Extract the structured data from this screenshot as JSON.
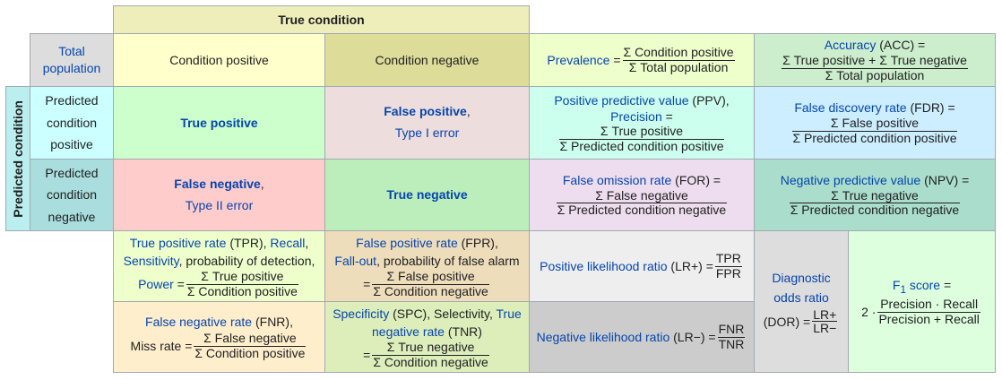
{
  "headers": {
    "true_condition": "True condition",
    "predicted_condition": "Predicted condition",
    "total_population": "Total population",
    "condition_positive": "Condition positive",
    "condition_negative": "Condition negative",
    "predicted_condition_positive": "Predicted condition positive",
    "predicted_condition_negative": "Predicted condition negative"
  },
  "prevalence": {
    "label": "Prevalence",
    "eq": "=",
    "num": "Σ Condition positive",
    "den": "Σ Total population"
  },
  "accuracy": {
    "label": "Accuracy",
    "abbr": "(ACC) =",
    "num": "Σ True positive + Σ True negative",
    "den": "Σ Total population"
  },
  "tp": {
    "label": "True positive"
  },
  "fp": {
    "label": "False positive",
    "comma": ",",
    "sub": "Type I error"
  },
  "fn": {
    "label": "False negative",
    "comma": ",",
    "sub": "Type II error"
  },
  "tn": {
    "label": "True negative"
  },
  "ppv": {
    "label": "Positive predictive value",
    "abbr": "(PPV),",
    "alt": "Precision",
    "eq": "=",
    "num": "Σ True positive",
    "den": "Σ Predicted condition positive"
  },
  "fdr": {
    "label": "False discovery rate",
    "abbr": "(FDR) =",
    "num": "Σ False positive",
    "den": "Σ Predicted condition positive"
  },
  "for": {
    "label": "False omission rate",
    "abbr": "(FOR) =",
    "num": "Σ False negative",
    "den": "Σ Predicted condition negative"
  },
  "npv": {
    "label": "Negative predictive value",
    "abbr": "(NPV) =",
    "num": "Σ True negative",
    "den": "Σ Predicted condition negative"
  },
  "tpr": {
    "label": "True positive rate",
    "abbr": "(TPR),",
    "recall": "Recall",
    "comma": ",",
    "sensitivity": "Sensitivity",
    "prob": ", probability of detection,",
    "power": "Power",
    "eq": "=",
    "num": "Σ True positive",
    "den": "Σ Condition positive"
  },
  "fpr": {
    "label": "False positive rate",
    "abbr": "(FPR),",
    "fallout": "Fall-out",
    "prob": ", probability of false alarm",
    "eq": "=",
    "num": "Σ False positive",
    "den": "Σ Condition negative"
  },
  "fnr": {
    "label": "False negative rate",
    "abbr": "(FNR),",
    "miss": "Miss rate =",
    "num": "Σ False negative",
    "den": "Σ Condition positive"
  },
  "tnr": {
    "label": "Specificity",
    "abbr": "(SPC), Selectivity,",
    "tnr_label": "True negative rate",
    "tnr_abbr": "(TNR)",
    "eq": "=",
    "num": "Σ True negative",
    "den": "Σ Condition negative"
  },
  "lr_pos": {
    "label": "Positive likelihood ratio",
    "abbr": "(LR+) =",
    "num": "TPR",
    "den": "FPR"
  },
  "lr_neg": {
    "label": "Negative likelihood ratio",
    "abbr": "(LR−) =",
    "num": "FNR",
    "den": "TNR"
  },
  "dor": {
    "label1": "Diagnostic",
    "label2": "odds ratio",
    "abbr": "(DOR) =",
    "num": "LR+",
    "den": "LR−"
  },
  "f1": {
    "label_f": "F",
    "label_sub": "1",
    "label_rest": "score",
    "eq": "=",
    "coef": "2 ·",
    "num": "Precision · Recall",
    "den": "Precision + Recall"
  },
  "colors": {
    "true_condition": "#eeeebb",
    "total_population": "#dddddd",
    "condition_positive": "#ffffcc",
    "condition_negative": "#dddd99",
    "predicted_condition": "#bbeeee",
    "predicted_positive": "#ccffff",
    "predicted_negative": "#aadddd",
    "true_positive": "#ccffcc",
    "false_positive": "#eedddd",
    "false_negative": "#ffcccc",
    "true_negative": "#bbeebb",
    "prevalence": "#eeffcc",
    "accuracy": "#cceecc",
    "ppv": "#ccffee",
    "fdr": "#cceeff",
    "for": "#eeddee",
    "npv": "#aaddcc",
    "tpr": "#eeffcc",
    "fpr": "#eeddbb",
    "fnr": "#ffeecc",
    "tnr": "#ddeebb",
    "lr_pos": "#eeeeee",
    "lr_neg": "#cccccc",
    "dor": "#dddddd",
    "f1": "#ddffdd"
  }
}
